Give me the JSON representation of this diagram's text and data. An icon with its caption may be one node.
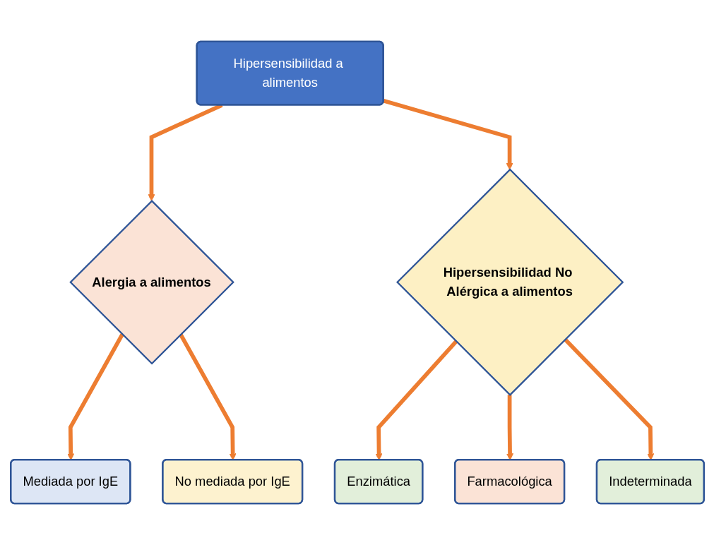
{
  "diagram": {
    "nodes": [
      {
        "text": [
          "Hipersensibilidad a alimentos"
        ]
      },
      {
        "text": [
          "Alergia a alimentos"
        ]
      },
      {
        "text": [
          "Hipersensibilidad No Alérgica a alimentos"
        ]
      },
      {
        "text": [
          "Mediada por IgE"
        ]
      },
      {
        "text": [
          "No mediada por IgE"
        ]
      },
      {
        "text": [
          "Enzimática"
        ]
      },
      {
        "text": [
          "Farmacológica"
        ]
      },
      {
        "text": [
          "Indeterminada"
        ]
      }
    ],
    "edges": [
      {
        "from": 0,
        "to": 1,
        "arrow": "to"
      },
      {
        "from": 0,
        "to": 2,
        "arrow": "to"
      },
      {
        "from": 1,
        "to": 3,
        "arrow": "to"
      },
      {
        "from": 1,
        "to": 4,
        "arrow": "to"
      },
      {
        "from": 2,
        "to": 5,
        "arrow": "to"
      },
      {
        "from": 2,
        "to": 6,
        "arrow": "to"
      },
      {
        "from": 2,
        "to": 7,
        "arrow": "to"
      }
    ]
  }
}
